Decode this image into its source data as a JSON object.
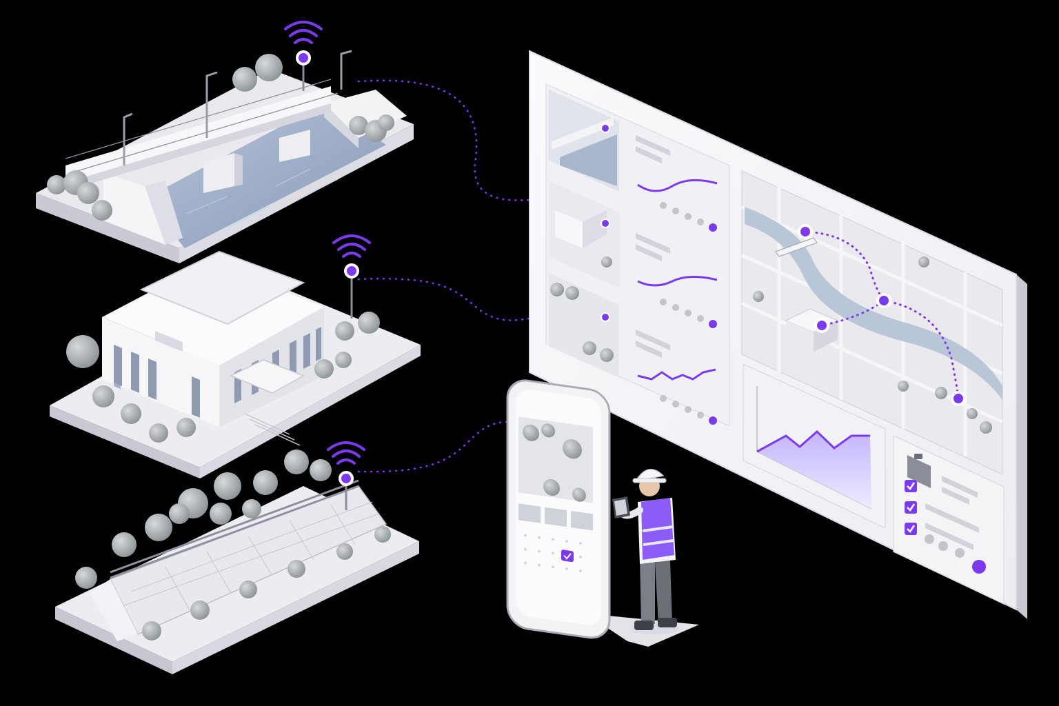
{
  "palette": {
    "background": "#000000",
    "accent": "#7c3aed",
    "accent_light": "#c4b5fd",
    "structure_white": "#f3f3f6",
    "structure_shade": "#d9dae2",
    "water": "#9fb0c8",
    "tree": "#a9aeb1",
    "panel": "#f5f5f8",
    "text_line": "#d4d5dc"
  },
  "assets": [
    {
      "kind": "bridge",
      "icon": "wifi-sensor-icon"
    },
    {
      "kind": "building",
      "icon": "wifi-sensor-icon"
    },
    {
      "kind": "retaining-wall",
      "icon": "wifi-sensor-icon"
    }
  ],
  "dashboard": {
    "asset_rows": [
      {
        "thumb": "bridge-thumbnail",
        "status_dots": 4,
        "active_dot": 4
      },
      {
        "thumb": "building-thumbnail",
        "status_dots": 4,
        "active_dot": 4
      },
      {
        "thumb": "wall-thumbnail",
        "status_dots": 4,
        "active_dot": 4
      }
    ],
    "map": {
      "route_nodes": 4,
      "icon": "map-route-icon"
    },
    "checklist": {
      "items": 3,
      "checked": 3,
      "icon": "clipboard-icon"
    }
  },
  "phone": {
    "calendar_icon": "calendar-check-icon",
    "photos": 3
  },
  "inspector": {
    "role_icon": "hard-hat-icon",
    "vest_color": "#8b5cf6"
  }
}
